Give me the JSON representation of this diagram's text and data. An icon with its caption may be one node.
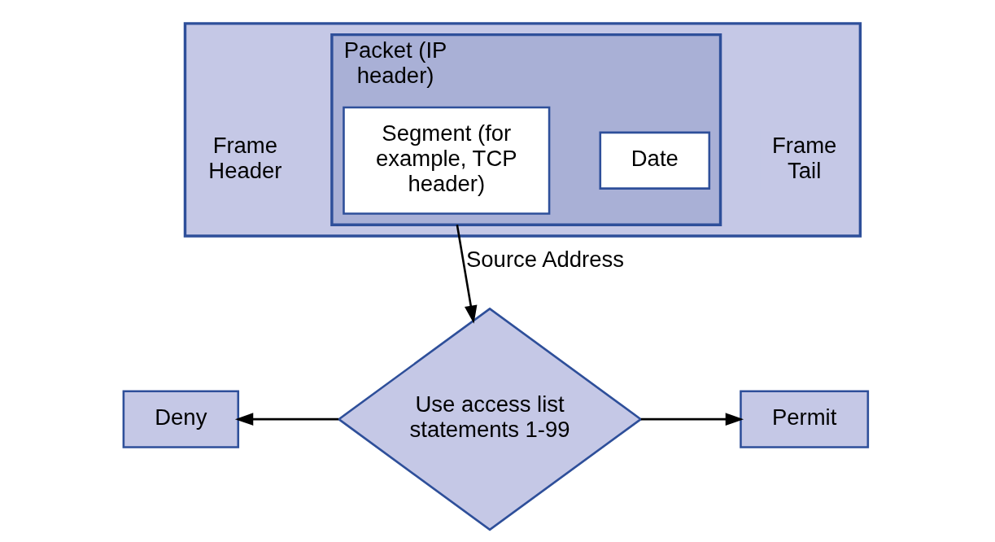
{
  "diagram": {
    "nodes": [
      {
        "text": [],
        "shape": "box"
      },
      {
        "text": [
          "Frame Header"
        ],
        "in": 0
      },
      {
        "text": [
          "Packet (IP header)"
        ],
        "in": 0
      },
      {
        "text": [
          "Segment (for example, TCP header)"
        ],
        "in": 2
      },
      {
        "text": [
          "Date"
        ],
        "in": 2
      },
      {
        "text": [
          "Frame Tail"
        ],
        "in": 0
      },
      {
        "text": [
          "Use access list statements 1-99"
        ]
      },
      {
        "text": [
          "Deny"
        ]
      },
      {
        "text": [
          "Permit"
        ]
      }
    ],
    "edges": [
      {
        "from": 2,
        "to": 6,
        "arrow": "to",
        "label": "Source Address"
      },
      {
        "from": 6,
        "to": 7,
        "arrow": "to"
      },
      {
        "from": 6,
        "to": 8,
        "arrow": "to"
      }
    ]
  }
}
